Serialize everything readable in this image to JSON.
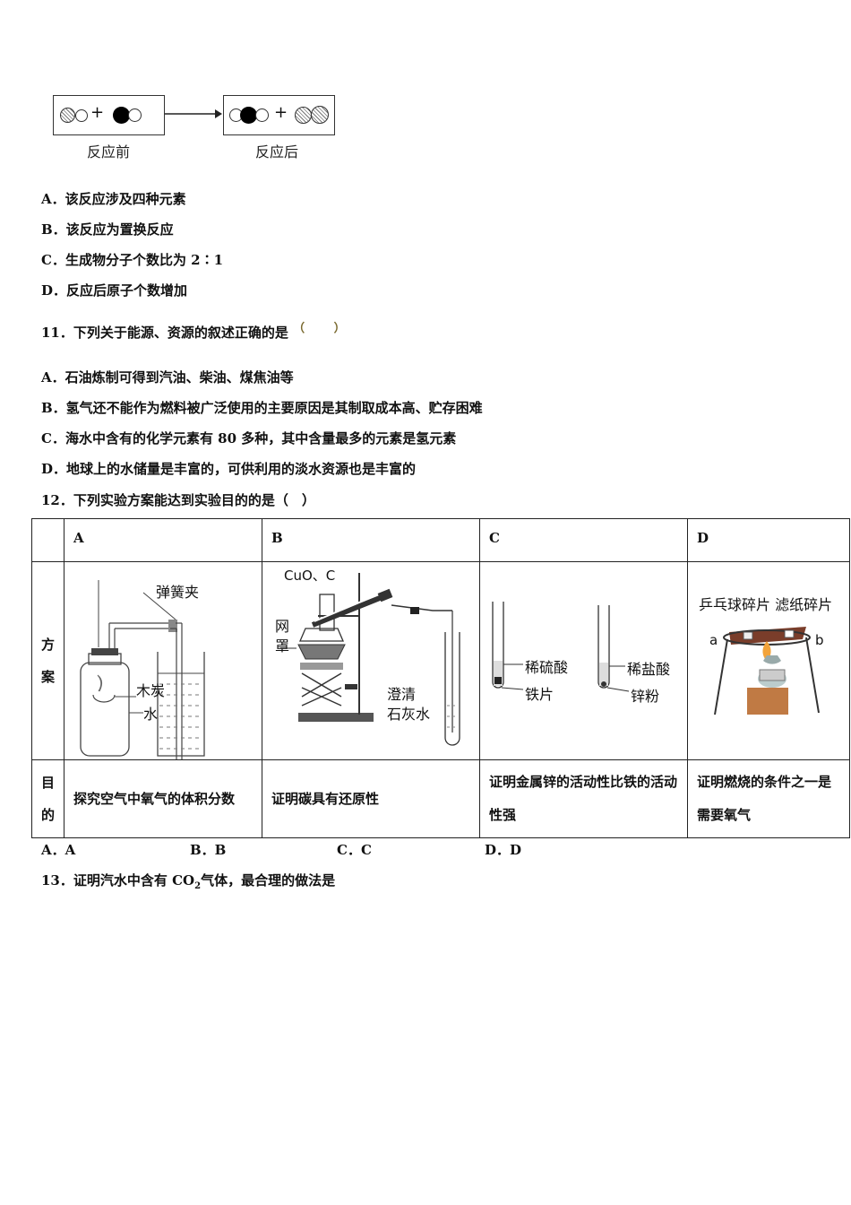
{
  "reaction": {
    "before_label": "反应前",
    "after_label": "反应后",
    "plus": "+"
  },
  "q10_options": [
    "A．该反应涉及四种元素",
    "B．该反应为置换反应",
    "C．生成物分子个数比为 2∶1",
    "D．反应后原子个数增加"
  ],
  "q11": {
    "stem": "11．下列关于能源、资源的叙述正确的是",
    "paren_open": "（",
    "paren_close": "）",
    "options": [
      "A．石油炼制可得到汽油、柴油、煤焦油等",
      "B．氢气还不能作为燃料被广泛使用的主要原因是其制取成本高、贮存困难",
      "C．海水中含有的化学元素有 80 多种，其中含量最多的元素是氢元素",
      "D．地球上的水储量是丰富的，可供利用的淡水资源也是丰富的"
    ]
  },
  "q12": {
    "stem": "12．下列实验方案能达到实验目的的是（　）",
    "table": {
      "headers": [
        "A",
        "B",
        "C",
        "D"
      ],
      "row1_label": [
        "方",
        "案"
      ],
      "row2_label": [
        "目",
        "的"
      ],
      "purposes": [
        "探究空气中氧气的体积分数",
        "证明碳具有还原性",
        "证明金属锌的活动性比铁的活动性强",
        "证明燃烧的条件之一是需要氧气"
      ]
    },
    "figure_labels": {
      "a": {
        "clip": "弹簧夹",
        "charcoal": "木炭",
        "water": "水"
      },
      "b": {
        "reagents": "CuO、C",
        "net1": "网",
        "net2": "罩",
        "lime1": "澄清",
        "lime2": "石灰水"
      },
      "c": {
        "acid1": "稀硫酸",
        "metal1": "铁片",
        "acid2": "稀盐酸",
        "metal2": "锌粉"
      },
      "d": {
        "top": "乒乓球碎片 滤纸碎片",
        "left": "a",
        "right": "b"
      }
    },
    "choices": [
      "A．A",
      "B．B",
      "C．C",
      "D．D"
    ]
  },
  "q13": {
    "stem_pre": "13．证明汽水中含有 CO",
    "stem_sub": "2",
    "stem_post": "气体，最合理的做法是"
  }
}
